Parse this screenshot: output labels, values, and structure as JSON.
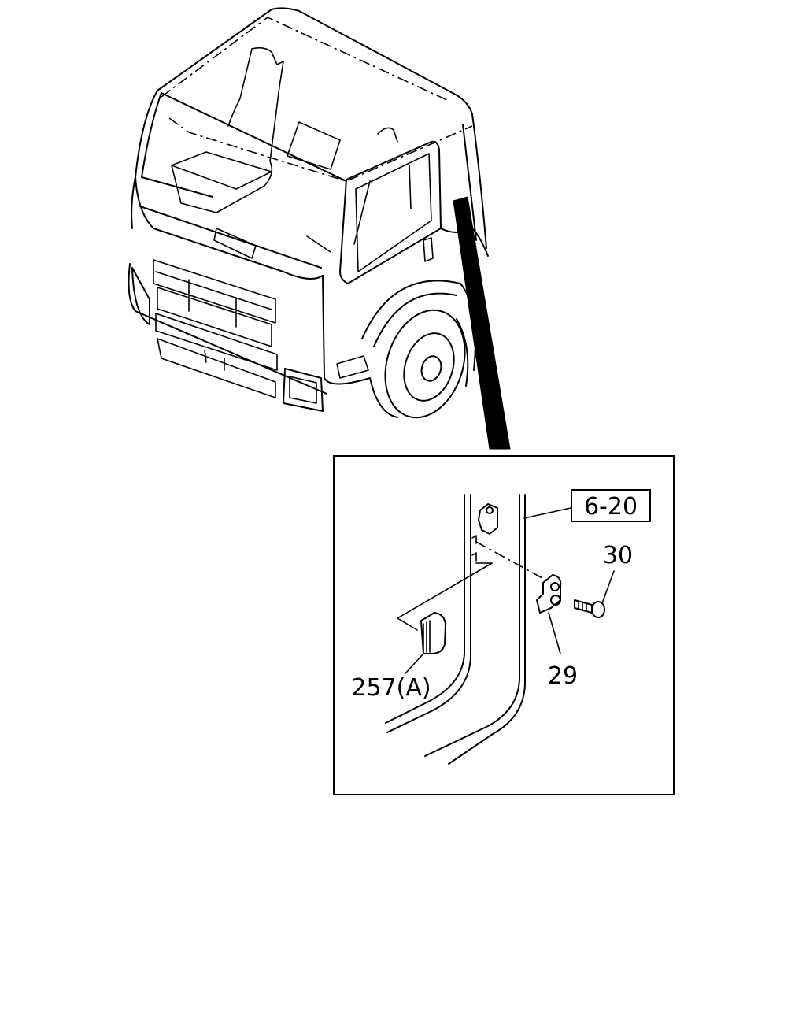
{
  "labels": {
    "ref_box": "6-20",
    "part_30": "30",
    "part_29": "29",
    "part_257": "257(A)"
  }
}
